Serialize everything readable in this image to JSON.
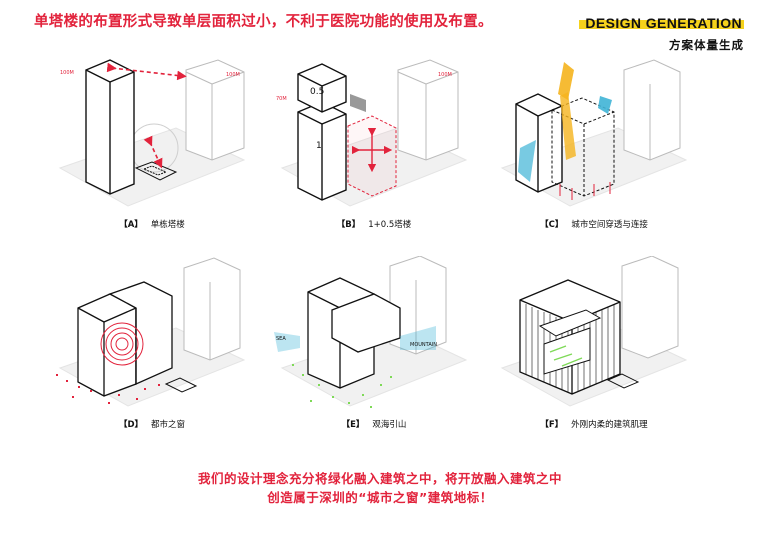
{
  "header": {
    "title": "单塔楼的布置形式导致单层面积过小，不利于医院功能的使用及布置。",
    "brand": "DESIGN GENERATION",
    "subtitle": "方案体量生成"
  },
  "panels": [
    {
      "label": "【A】",
      "caption": "单栋塔楼",
      "annotations": {
        "a1": "100M",
        "a2": "100M"
      }
    },
    {
      "label": "【B】",
      "caption": "1+0.5塔楼",
      "annotations": {
        "top": "0.5",
        "bottom": "1",
        "a1": "70M",
        "a2": "100M"
      }
    },
    {
      "label": "【C】",
      "caption": "城市空间穿透与连接"
    },
    {
      "label": "【D】",
      "caption": "都市之窗"
    },
    {
      "label": "【E】",
      "caption": "观海引山",
      "annotations": {
        "a1": "SEA",
        "a2": "MOUNTAIN"
      }
    },
    {
      "label": "【F】",
      "caption": "外刚内柔的建筑肌理"
    }
  ],
  "footer": {
    "line1": "我们的设计理念充分将绿化融入建筑之中，将开放融入建筑之中",
    "line2": "创造属于深圳的“城市之窗”建筑地标！"
  },
  "colors": {
    "accent": "#e2233c",
    "brand_bar": "#f5d21c",
    "cyan": "#3fb4d6",
    "orange": "#f5b41e",
    "green": "#7ed957"
  }
}
